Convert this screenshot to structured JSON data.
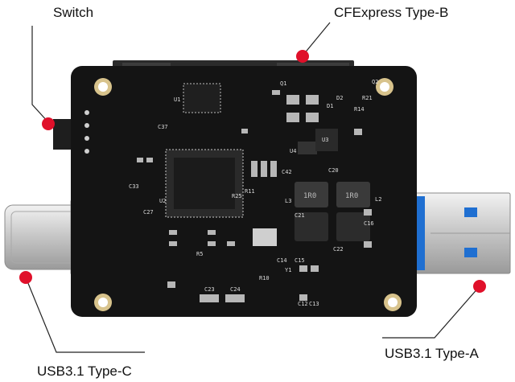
{
  "callouts": {
    "switch": "Switch",
    "cfexpress": "CFExpress Type-B",
    "usb_c": "USB3.1 Type-C",
    "usb_a": "USB3.1 Type-A"
  },
  "board_silkscreen": {
    "u1": "U1",
    "u2": "U2",
    "u3": "U3",
    "u4": "U4",
    "q1": "Q1",
    "q2": "Q2",
    "d1": "D1",
    "d2": "D2",
    "y1": "Y1",
    "l2": "L2",
    "l3": "L3",
    "r21": "R21",
    "r14": "R14",
    "r5": "R5",
    "r10": "R10",
    "r11": "R11",
    "r25": "R25",
    "c12": "C12",
    "c13": "C13",
    "c14": "C14",
    "c15": "C15",
    "c16": "C16",
    "c20": "C20",
    "c21": "C21",
    "c22": "C22",
    "c23": "C23",
    "c24": "C24",
    "c27": "C27",
    "c33": "C33",
    "c37": "C37",
    "c42": "C42",
    "inductor_1": "1R0",
    "inductor_2": "1R0"
  },
  "colors": {
    "board": "#141414",
    "marker": "#e0102a",
    "usb_a_insert": "#1f6fd1"
  }
}
